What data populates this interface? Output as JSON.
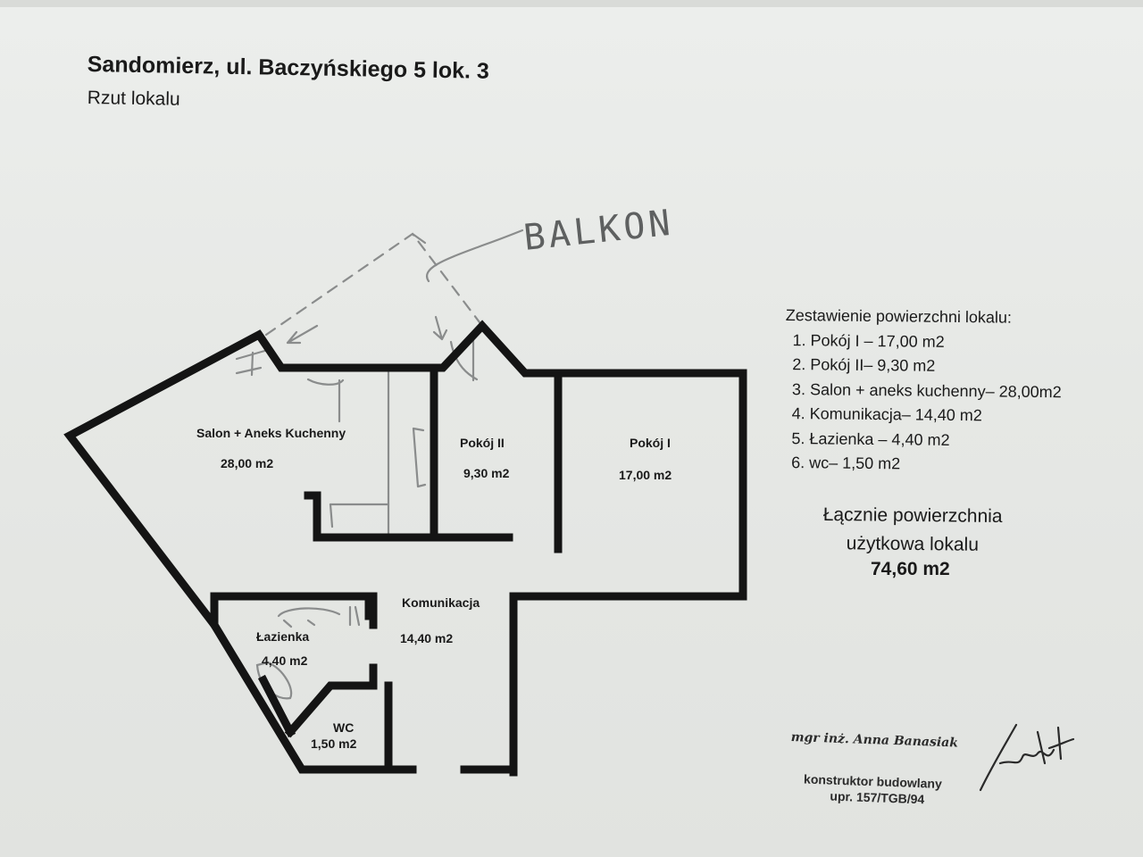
{
  "document": {
    "title": "Sandomierz, ul. Baczyńskiego 5 lok. 3",
    "subtitle": "Rzut lokalu"
  },
  "plan": {
    "balcony_note": "BALKON",
    "rooms": [
      {
        "id": "salon",
        "name": "Salon + Aneks Kuchenny",
        "area": "28,00 m2"
      },
      {
        "id": "pokoj2",
        "name": "Pokój II",
        "area": "9,30 m2"
      },
      {
        "id": "pokoj1",
        "name": "Pokój I",
        "area": "17,00 m2"
      },
      {
        "id": "komunikacja",
        "name": "Komunikacja",
        "area": "14,40 m2"
      },
      {
        "id": "lazienka",
        "name": "Łazienka",
        "area": "4,40 m2"
      },
      {
        "id": "wc",
        "name": "WC",
        "area": "1,50 m2"
      }
    ]
  },
  "summary": {
    "heading": "Zestawienie powierzchni lokalu:",
    "items": [
      "1. Pokój I – 17,00 m2",
      "2.  Pokój II– 9,30 m2",
      "3. Salon +  aneks  kuchenny– 28,00m2",
      "4. Komunikacja– 14,40 m2",
      "5. Łazienka – 4,40 m2",
      "6. wc– 1,50 m2"
    ],
    "total_label_line1": "Łącznie  powierzchnia",
    "total_label_line2": "użytkowa lokalu",
    "total_value": "74,60 m2"
  },
  "stamp": {
    "name": "mgr inż. Anna Banasiak",
    "role": "konstruktor budowlany",
    "permit": "upr. 157/TGB/94"
  },
  "colors": {
    "paper": "#e6e8e5",
    "walls": "#141414",
    "pencil": "#8a8c8c"
  }
}
